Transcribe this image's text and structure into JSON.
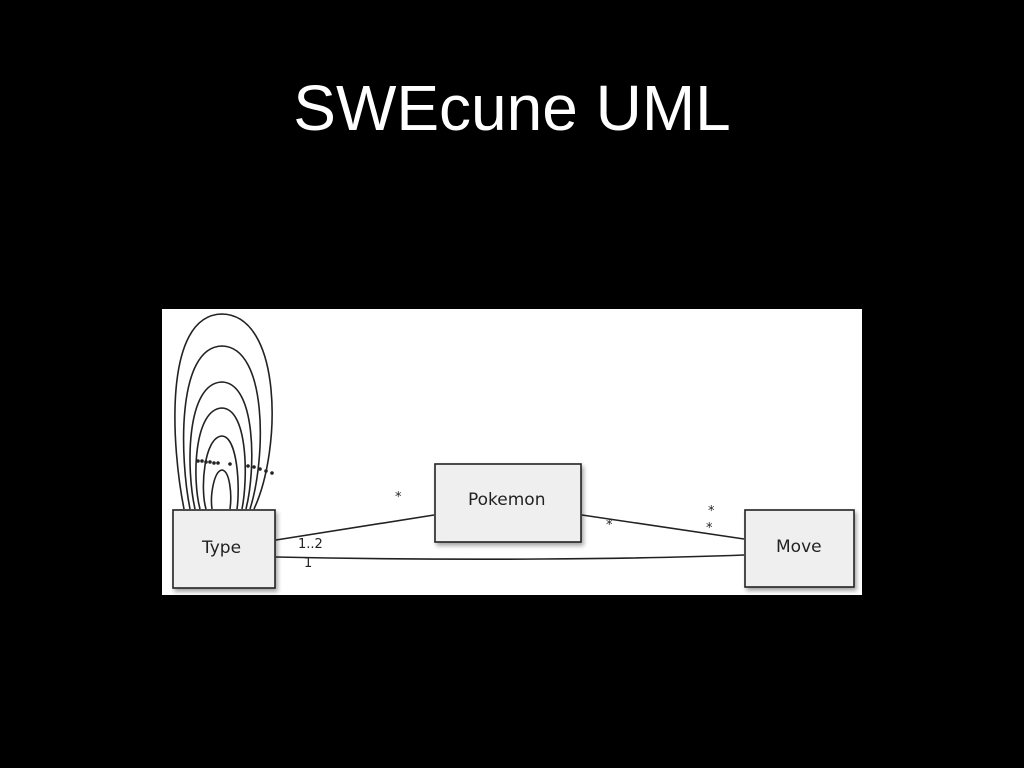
{
  "slide": {
    "title": "SWEcune UML"
  },
  "diagram": {
    "boxes": {
      "type": "Type",
      "pokemon": "Pokemon",
      "move": "Move"
    },
    "multiplicities": {
      "type_to_pokemon": "1..2",
      "type_to_move": "1",
      "pokemon_near": "*",
      "pokemon_to_move": "*",
      "move_upper": "*",
      "move_lower": "*"
    },
    "colors": {
      "background": "#000000",
      "panel": "#ffffff",
      "box_fill": "#efefef",
      "stroke": "#222222"
    }
  }
}
